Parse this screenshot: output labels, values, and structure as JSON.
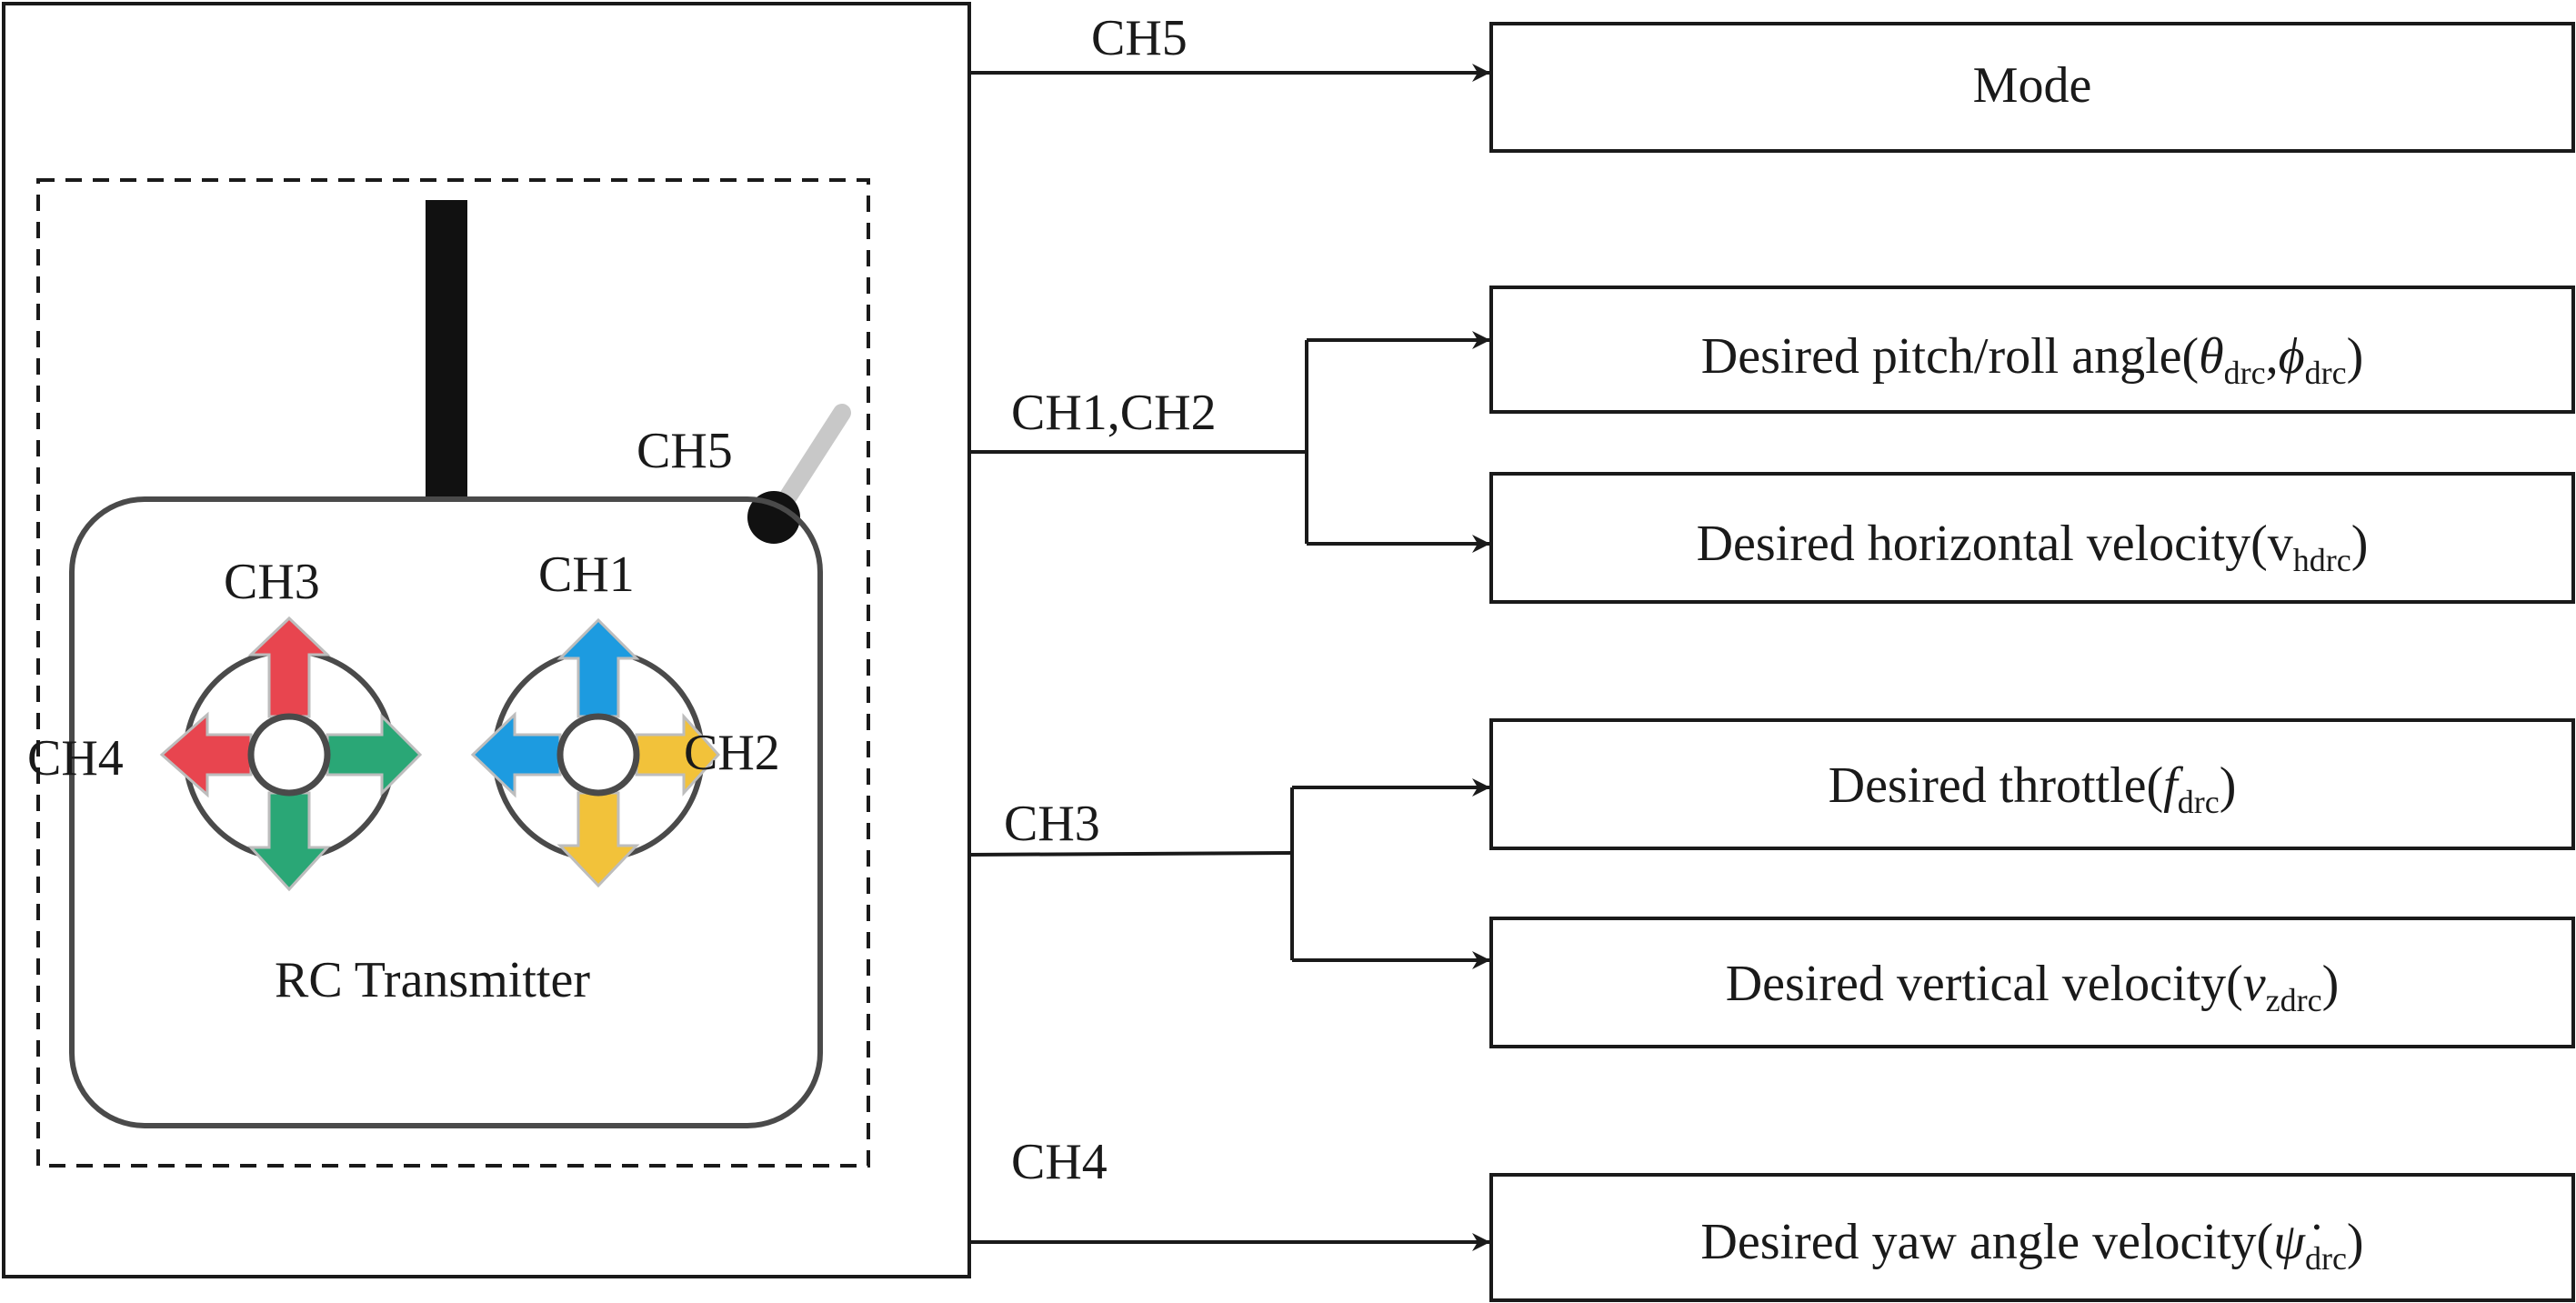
{
  "transmitter": {
    "label": "RC Transmitter",
    "switch_label": "CH5",
    "left_stick": {
      "up_label": "CH3",
      "left_label": "CH4",
      "colors": {
        "red": "#e8454f",
        "green": "#2aa776"
      }
    },
    "right_stick": {
      "up_label": "CH1",
      "right_label": "CH2",
      "colors": {
        "blue": "#1d9be0",
        "yellow": "#f2c23a"
      }
    }
  },
  "channels": {
    "ch5": "CH5",
    "ch1_ch2": "CH1,CH2",
    "ch3": "CH3",
    "ch4": "CH4"
  },
  "outputs": {
    "mode": {
      "text": "Mode"
    },
    "pitch_roll": {
      "text": "Desired pitch/roll angle(",
      "sym1": "θ",
      "sub1": "drc",
      "comma": ",",
      "sym2": "ϕ",
      "sub2": "drc",
      "close": ")"
    },
    "horizontal": {
      "text": "Desired horizontal velocity(v",
      "sub": "hdrc",
      "close": ")"
    },
    "throttle": {
      "text": "Desired throttle(",
      "sym": "f",
      "sub": "drc",
      "close": ")"
    },
    "vertical": {
      "text": "Desired vertical velocity(",
      "sym": "v",
      "sub": "zdrc",
      "close": ")"
    },
    "yaw": {
      "text": "Desired yaw angle velocity(",
      "sym": "ψ̇",
      "sub": "drc",
      "close": ")"
    }
  }
}
